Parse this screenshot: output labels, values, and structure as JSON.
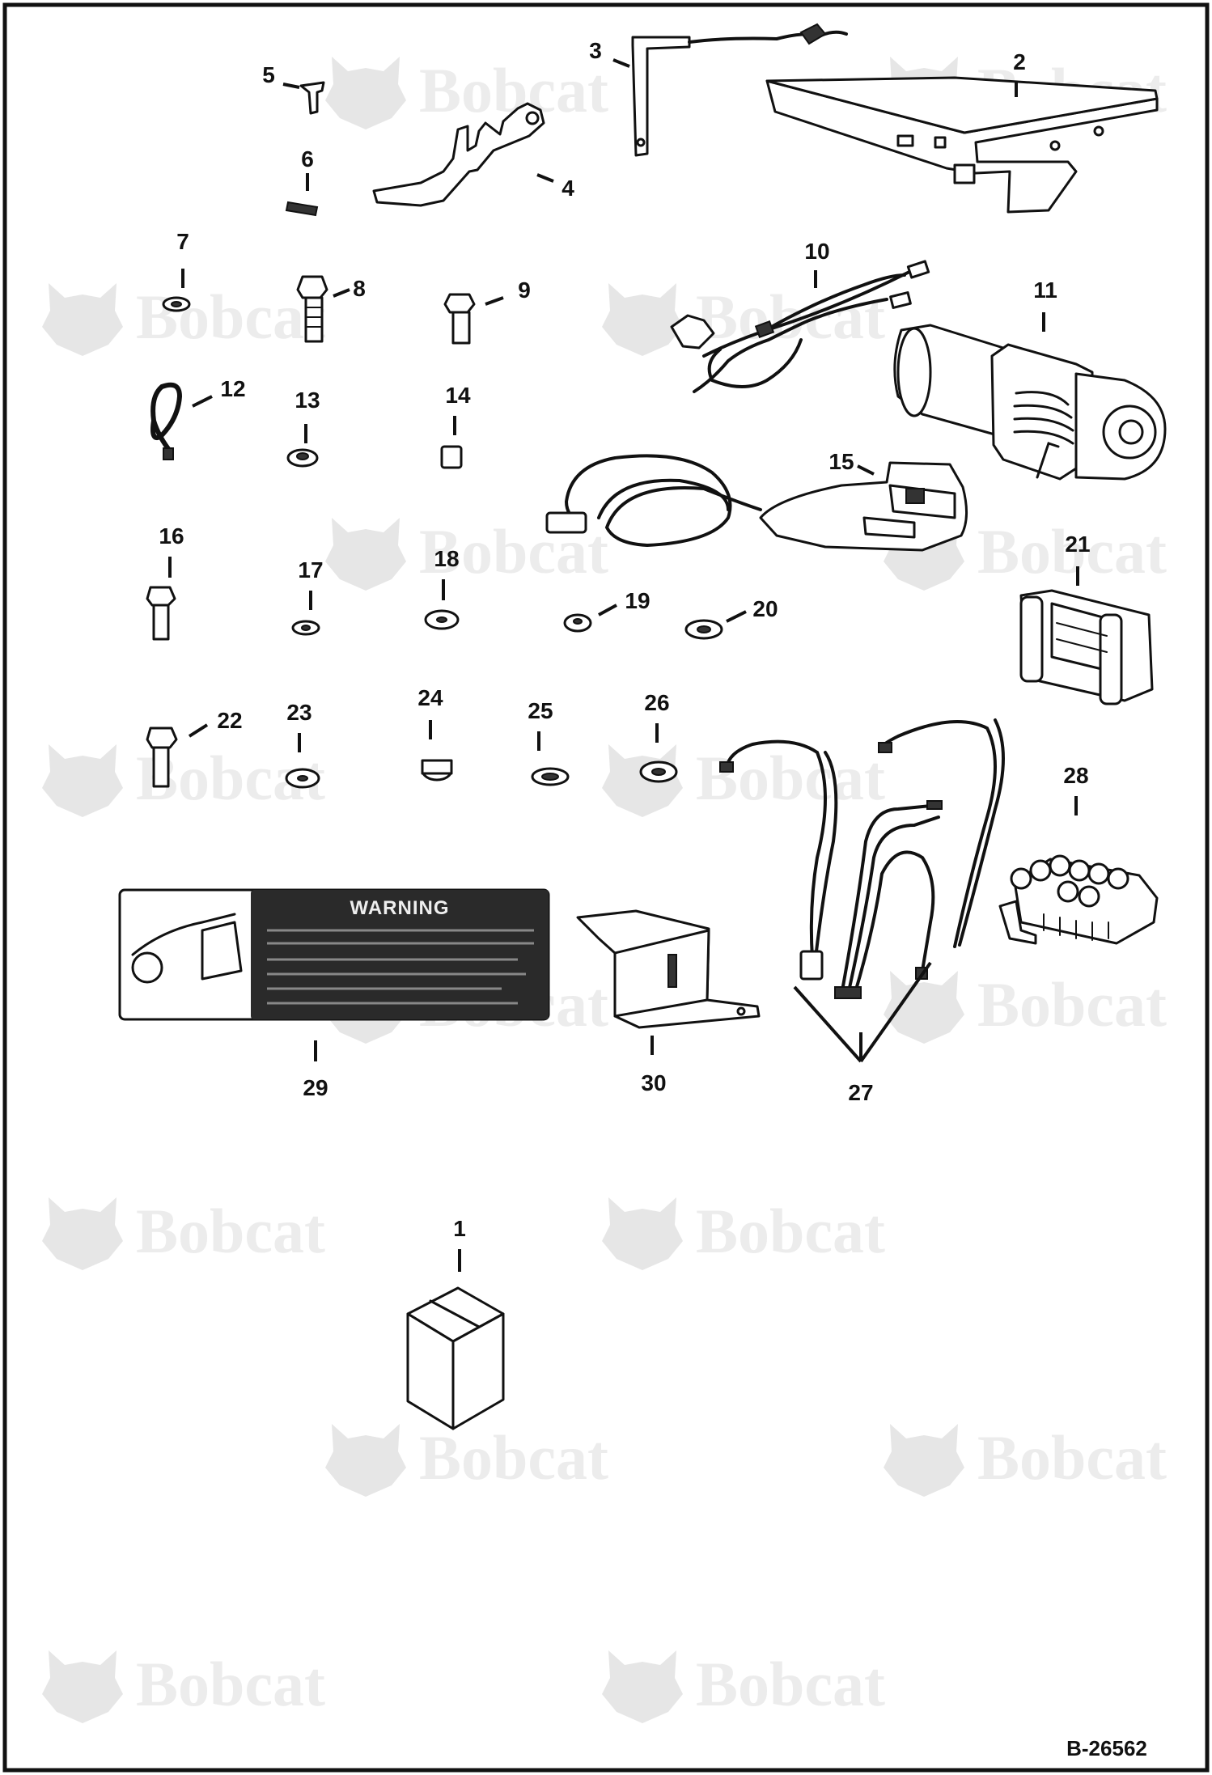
{
  "watermark": {
    "text": "Bobcat",
    "icon": "bobcat-logo-icon"
  },
  "callouts": [
    "1",
    "2",
    "3",
    "4",
    "5",
    "6",
    "7",
    "8",
    "9",
    "10",
    "11",
    "12",
    "13",
    "14",
    "15",
    "16",
    "17",
    "18",
    "19",
    "20",
    "21",
    "22",
    "23",
    "24",
    "25",
    "26",
    "27",
    "28",
    "29",
    "30"
  ],
  "decal": {
    "heading": "WARNING"
  },
  "drawing_number": "B-26562",
  "colors": {
    "line": "#111111",
    "background": "#ffffff",
    "watermark": "#e6e6e6",
    "decal": "#2a2a2a"
  }
}
